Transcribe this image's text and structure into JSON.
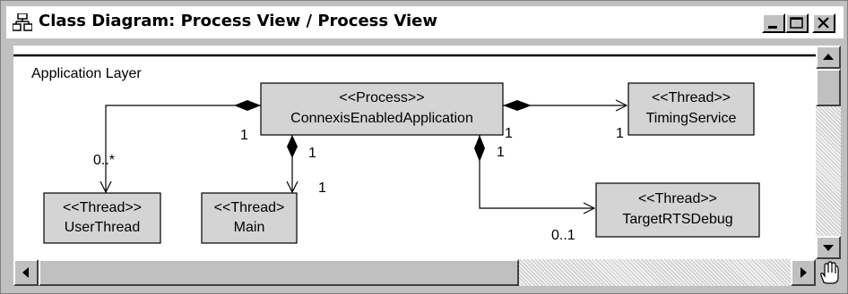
{
  "window": {
    "title": "Class Diagram: Process View / Process View",
    "icon": "class-diagram-icon",
    "buttons": [
      "minimize",
      "maximize",
      "close"
    ]
  },
  "diagram": {
    "package_label": "Application Layer",
    "classes": {
      "connexis": {
        "stereotype": "<<Process>>",
        "name": "ConnexisEnabledApplication"
      },
      "timing": {
        "stereotype": "<<Thread>>",
        "name": "TimingService"
      },
      "userthread": {
        "stereotype": "<<Thread>>",
        "name": "UserThread"
      },
      "main": {
        "stereotype": "<<Thread>",
        "name": "Main"
      },
      "targetrts": {
        "stereotype": "<<Thread>>",
        "name": "TargetRTSDebug"
      }
    },
    "multiplicities": {
      "user_source": "1",
      "user_target": "0..*",
      "main_source": "1",
      "main_target": "1",
      "timing_source": "1",
      "timing_target": "1",
      "target_source": "1",
      "target_target": "0..1"
    }
  },
  "colors": {
    "class_fill": "#d4d4d4",
    "canvas": "#ffffff",
    "chrome": "#c0c0c0"
  },
  "cursor": "hand-icon"
}
